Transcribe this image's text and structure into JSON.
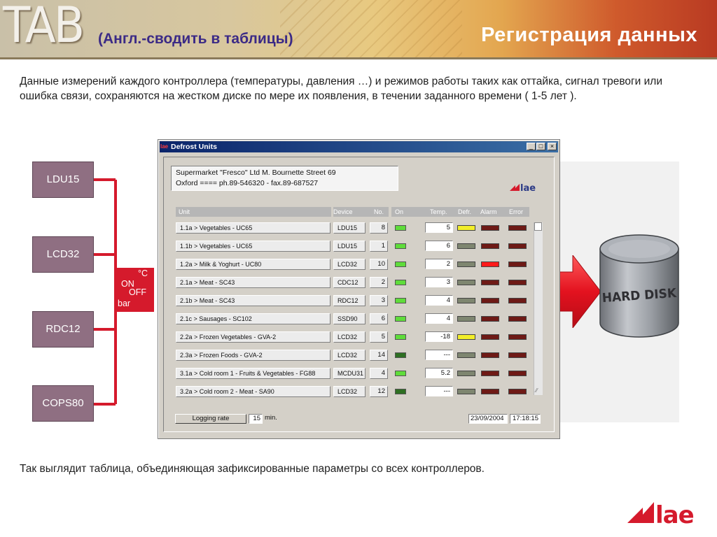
{
  "header": {
    "logo": "TAB",
    "subtitle": "(Англ.-сводить в таблицы)",
    "title": "Регистрация данных"
  },
  "intro_text": "Данные измерений каждого контроллера (температуры, давления …) и режимов работы таких как оттайка, сигнал тревоги или ошибка связи, сохраняются на жестком диске по мере их появления, в течении заданного времени ( 1-5 лет ).",
  "controllers": [
    "LDU15",
    "LCD32",
    "RDC12",
    "COPS80"
  ],
  "bus_labels": {
    "unit_celsius": "°C",
    "on": "ON",
    "off": "OFF",
    "bar": "bar"
  },
  "window": {
    "app_icon_text": "lae",
    "title": "Defrost Units",
    "controls": {
      "minimize": "_",
      "maximize": "□",
      "close": "×"
    },
    "info_line1": "Supermarket \"Fresco\" Ltd  M. Bournette Street 69",
    "info_line2": "Oxford   ====   ph.89-546320 - fax.89-687527",
    "logo": "lae",
    "columns": {
      "unit": "Unit",
      "device": "Device",
      "no": "No.",
      "on": "On",
      "temp": "Temp.",
      "defr": "Defr.",
      "alarm": "Alarm",
      "error": "Error"
    },
    "rows": [
      {
        "unit": "1.1a > Vegetables - UC65",
        "device": "LDU15",
        "no": "8",
        "on": "bright",
        "temp": "5",
        "defr": "yellow",
        "alarm": "dark",
        "error": "dark"
      },
      {
        "unit": "1.1b > Vegetables - UC65",
        "device": "LDU15",
        "no": "1",
        "on": "bright",
        "temp": "6",
        "defr": "grey",
        "alarm": "dark",
        "error": "dark"
      },
      {
        "unit": "1.2a > Milk & Yoghurt - UC80",
        "device": "LCD32",
        "no": "10",
        "on": "bright",
        "temp": "2",
        "defr": "grey",
        "alarm": "red",
        "error": "dark"
      },
      {
        "unit": "2.1a > Meat - SC43",
        "device": "CDC12",
        "no": "2",
        "on": "bright",
        "temp": "3",
        "defr": "grey",
        "alarm": "dark",
        "error": "dark"
      },
      {
        "unit": "2.1b > Meat - SC43",
        "device": "RDC12",
        "no": "3",
        "on": "bright",
        "temp": "4",
        "defr": "grey",
        "alarm": "dark",
        "error": "dark"
      },
      {
        "unit": "2.1c > Sausages - SC102",
        "device": "SSD90",
        "no": "6",
        "on": "bright",
        "temp": "4",
        "defr": "grey",
        "alarm": "dark",
        "error": "dark"
      },
      {
        "unit": "2.2a > Frozen Vegetables - GVA-2",
        "device": "LCD32",
        "no": "5",
        "on": "bright",
        "temp": "-18",
        "defr": "yellow",
        "alarm": "dark",
        "error": "dark"
      },
      {
        "unit": "2.3a > Frozen Foods - GVA-2",
        "device": "LCD32",
        "no": "14",
        "on": "dim",
        "temp": "---",
        "defr": "grey",
        "alarm": "dark",
        "error": "dark"
      },
      {
        "unit": "3.1a > Cold room 1 - Fruits & Vegetables - FG88",
        "device": "MCDU31",
        "no": "4",
        "on": "bright",
        "temp": "5.2",
        "defr": "grey",
        "alarm": "dark",
        "error": "dark"
      },
      {
        "unit": "3.2a > Cold room 2 - Meat - SA90",
        "device": "LCD32",
        "no": "12",
        "on": "dim",
        "temp": "---",
        "defr": "grey",
        "alarm": "dark",
        "error": "dark"
      }
    ],
    "logging_rate_label": "Logging rate",
    "logging_rate_value": "15",
    "logging_rate_unit": "min.",
    "date": "23/09/2004",
    "time": "17:18:15"
  },
  "disk_label_line1": "HARD DISK",
  "caption": "Так выглядит таблица, объединяющая зафиксированные параметры со всех контроллеров.",
  "footer_logo": "lae",
  "colors": {
    "controller_box": "#8f6f82",
    "bus_red": "#d51a2c",
    "on_bright": "#5fdc3a",
    "on_dim": "#2e6f22",
    "defr_yellow": "#f2ee2a",
    "defr_grey": "#7e8670",
    "alarm_red": "#ff1a1a",
    "led_dark": "#6e1a16"
  }
}
